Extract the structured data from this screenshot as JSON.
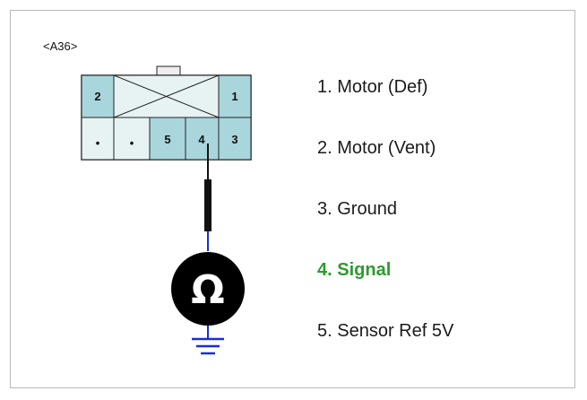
{
  "connector": {
    "id": "<A36>",
    "top_row": [
      "2",
      "",
      "1"
    ],
    "bottom_row": [
      "•",
      "•",
      "5",
      "4",
      "3"
    ]
  },
  "meter": {
    "symbol": "Ω",
    "probe_pin": "4",
    "ground_color": "#1a2fd0"
  },
  "legend": {
    "active_color": "#2e9a2e",
    "items": [
      {
        "label": "1. Motor (Def)",
        "active": false
      },
      {
        "label": "2. Motor (Vent)",
        "active": false
      },
      {
        "label": "3. Ground",
        "active": false
      },
      {
        "label": "4. Signal",
        "active": true
      },
      {
        "label": "5. Sensor Ref 5V",
        "active": false
      }
    ]
  },
  "colors": {
    "pin_fill": "#a9d6dc",
    "empty_fill": "#e7f2f3",
    "outline": "#222222"
  }
}
